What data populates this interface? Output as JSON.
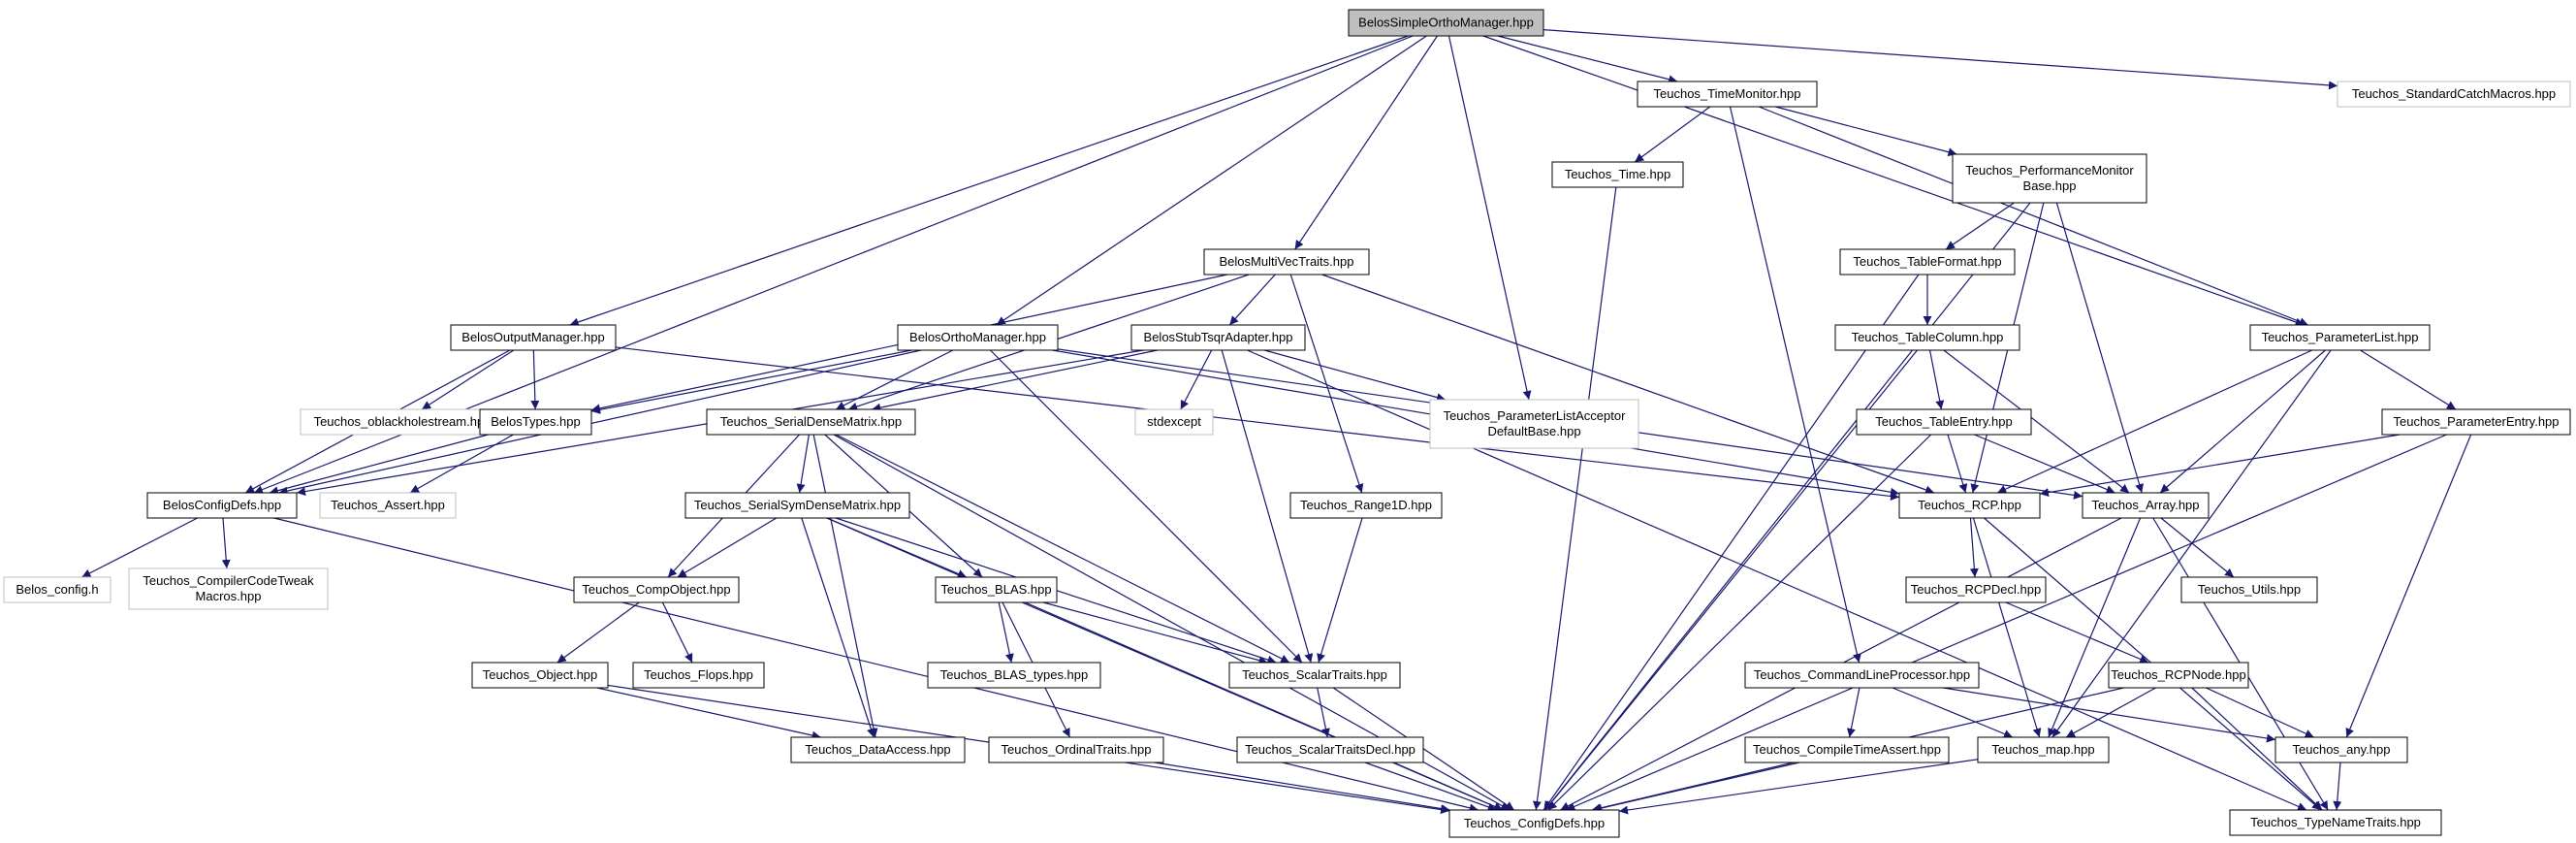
{
  "colors": {
    "edge": "#191970",
    "box_border": "#000000",
    "external_border": "#bfbfbf",
    "root_fill": "#bfbfbf",
    "text": "#000000",
    "background": "#ffffff"
  },
  "nodes": [
    {
      "id": "root",
      "lines": [
        "BelosSimpleOrthoManager.hpp"
      ],
      "kind": "root"
    },
    {
      "id": "timemon",
      "lines": [
        "Teuchos_TimeMonitor.hpp"
      ],
      "kind": "doc"
    },
    {
      "id": "catch",
      "lines": [
        "Teuchos_StandardCatchMacros.hpp"
      ],
      "kind": "ext"
    },
    {
      "id": "time",
      "lines": [
        "Teuchos_Time.hpp"
      ],
      "kind": "doc"
    },
    {
      "id": "perf",
      "lines": [
        "Teuchos_PerformanceMonitor",
        "Base.hpp"
      ],
      "kind": "doc"
    },
    {
      "id": "mvtraits",
      "lines": [
        "BelosMultiVecTraits.hpp"
      ],
      "kind": "doc"
    },
    {
      "id": "tablefmt",
      "lines": [
        "Teuchos_TableFormat.hpp"
      ],
      "kind": "doc"
    },
    {
      "id": "outmgr",
      "lines": [
        "BelosOutputManager.hpp"
      ],
      "kind": "doc"
    },
    {
      "id": "orthomgr",
      "lines": [
        "BelosOrthoManager.hpp"
      ],
      "kind": "doc"
    },
    {
      "id": "stubtsqr",
      "lines": [
        "BelosStubTsqrAdapter.hpp"
      ],
      "kind": "doc"
    },
    {
      "id": "tablecol",
      "lines": [
        "Teuchos_TableColumn.hpp"
      ],
      "kind": "doc"
    },
    {
      "id": "plist",
      "lines": [
        "Teuchos_ParameterList.hpp"
      ],
      "kind": "doc"
    },
    {
      "id": "blackhole",
      "lines": [
        "Teuchos_oblackholestream.hpp"
      ],
      "kind": "ext"
    },
    {
      "id": "belostypes",
      "lines": [
        "BelosTypes.hpp"
      ],
      "kind": "doc"
    },
    {
      "id": "sdm",
      "lines": [
        "Teuchos_SerialDenseMatrix.hpp"
      ],
      "kind": "doc"
    },
    {
      "id": "stdexcept",
      "lines": [
        "stdexcept"
      ],
      "kind": "ext"
    },
    {
      "id": "placcept",
      "lines": [
        "Teuchos_ParameterListAcceptor",
        "DefaultBase.hpp"
      ],
      "kind": "ext"
    },
    {
      "id": "tableentry",
      "lines": [
        "Teuchos_TableEntry.hpp"
      ],
      "kind": "doc"
    },
    {
      "id": "pentry",
      "lines": [
        "Teuchos_ParameterEntry.hpp"
      ],
      "kind": "doc"
    },
    {
      "id": "configdefs",
      "lines": [
        "BelosConfigDefs.hpp"
      ],
      "kind": "doc"
    },
    {
      "id": "assert",
      "lines": [
        "Teuchos_Assert.hpp"
      ],
      "kind": "ext"
    },
    {
      "id": "ssdm",
      "lines": [
        "Teuchos_SerialSymDenseMatrix.hpp"
      ],
      "kind": "doc"
    },
    {
      "id": "range1d",
      "lines": [
        "Teuchos_Range1D.hpp"
      ],
      "kind": "doc"
    },
    {
      "id": "rcp",
      "lines": [
        "Teuchos_RCP.hpp"
      ],
      "kind": "doc"
    },
    {
      "id": "array",
      "lines": [
        "Teuchos_Array.hpp"
      ],
      "kind": "doc"
    },
    {
      "id": "belosconfig",
      "lines": [
        "Belos_config.h"
      ],
      "kind": "ext"
    },
    {
      "id": "tweak",
      "lines": [
        "Teuchos_CompilerCodeTweak",
        "Macros.hpp"
      ],
      "kind": "ext"
    },
    {
      "id": "compobj",
      "lines": [
        "Teuchos_CompObject.hpp"
      ],
      "kind": "doc"
    },
    {
      "id": "blas",
      "lines": [
        "Teuchos_BLAS.hpp"
      ],
      "kind": "doc"
    },
    {
      "id": "rcpdecl",
      "lines": [
        "Teuchos_RCPDecl.hpp"
      ],
      "kind": "doc"
    },
    {
      "id": "utils",
      "lines": [
        "Teuchos_Utils.hpp"
      ],
      "kind": "doc"
    },
    {
      "id": "object",
      "lines": [
        "Teuchos_Object.hpp"
      ],
      "kind": "doc"
    },
    {
      "id": "flops",
      "lines": [
        "Teuchos_Flops.hpp"
      ],
      "kind": "doc"
    },
    {
      "id": "blastypes",
      "lines": [
        "Teuchos_BLAS_types.hpp"
      ],
      "kind": "doc"
    },
    {
      "id": "scalartraits",
      "lines": [
        "Teuchos_ScalarTraits.hpp"
      ],
      "kind": "doc"
    },
    {
      "id": "clp",
      "lines": [
        "Teuchos_CommandLineProcessor.hpp"
      ],
      "kind": "doc"
    },
    {
      "id": "rcpnode",
      "lines": [
        "Teuchos_RCPNode.hpp"
      ],
      "kind": "doc"
    },
    {
      "id": "dataaccess",
      "lines": [
        "Teuchos_DataAccess.hpp"
      ],
      "kind": "doc"
    },
    {
      "id": "ordinaltraits",
      "lines": [
        "Teuchos_OrdinalTraits.hpp"
      ],
      "kind": "doc"
    },
    {
      "id": "stdecl",
      "lines": [
        "Teuchos_ScalarTraitsDecl.hpp"
      ],
      "kind": "doc"
    },
    {
      "id": "cta",
      "lines": [
        "Teuchos_CompileTimeAssert.hpp"
      ],
      "kind": "doc"
    },
    {
      "id": "map",
      "lines": [
        "Teuchos_map.hpp"
      ],
      "kind": "doc"
    },
    {
      "id": "any",
      "lines": [
        "Teuchos_any.hpp"
      ],
      "kind": "doc"
    },
    {
      "id": "tconfig",
      "lines": [
        "Teuchos_ConfigDefs.hpp"
      ],
      "kind": "doc"
    },
    {
      "id": "typename",
      "lines": [
        "Teuchos_TypeNameTraits.hpp"
      ],
      "kind": "doc"
    }
  ],
  "edges": [
    [
      "root",
      "configdefs"
    ],
    [
      "root",
      "outmgr"
    ],
    [
      "root",
      "orthomgr"
    ],
    [
      "root",
      "mvtraits"
    ],
    [
      "root",
      "placcept"
    ],
    [
      "root",
      "timemon"
    ],
    [
      "root",
      "plist"
    ],
    [
      "root",
      "catch"
    ],
    [
      "timemon",
      "time"
    ],
    [
      "timemon",
      "perf"
    ],
    [
      "timemon",
      "plist"
    ],
    [
      "timemon",
      "clp"
    ],
    [
      "time",
      "tconfig"
    ],
    [
      "perf",
      "tablefmt"
    ],
    [
      "perf",
      "rcp"
    ],
    [
      "perf",
      "array"
    ],
    [
      "perf",
      "tconfig"
    ],
    [
      "tablefmt",
      "tablecol"
    ],
    [
      "tablefmt",
      "tconfig"
    ],
    [
      "tablecol",
      "tableentry"
    ],
    [
      "tablecol",
      "array"
    ],
    [
      "tablecol",
      "tconfig"
    ],
    [
      "tableentry",
      "rcp"
    ],
    [
      "tableentry",
      "array"
    ],
    [
      "tableentry",
      "tconfig"
    ],
    [
      "mvtraits",
      "belostypes"
    ],
    [
      "mvtraits",
      "sdm"
    ],
    [
      "mvtraits",
      "stubtsqr"
    ],
    [
      "mvtraits",
      "range1d"
    ],
    [
      "mvtraits",
      "rcp"
    ],
    [
      "outmgr",
      "configdefs"
    ],
    [
      "outmgr",
      "blackhole"
    ],
    [
      "outmgr",
      "belostypes"
    ],
    [
      "outmgr",
      "rcp"
    ],
    [
      "orthomgr",
      "configdefs"
    ],
    [
      "orthomgr",
      "belostypes"
    ],
    [
      "orthomgr",
      "sdm"
    ],
    [
      "orthomgr",
      "rcp"
    ],
    [
      "orthomgr",
      "array"
    ],
    [
      "orthomgr",
      "scalartraits"
    ],
    [
      "stubtsqr",
      "configdefs"
    ],
    [
      "stubtsqr",
      "sdm"
    ],
    [
      "stubtsqr",
      "stdexcept"
    ],
    [
      "stubtsqr",
      "placcept"
    ],
    [
      "stubtsqr",
      "scalartraits"
    ],
    [
      "stubtsqr",
      "typename"
    ],
    [
      "plist",
      "rcp"
    ],
    [
      "plist",
      "array"
    ],
    [
      "plist",
      "pentry"
    ],
    [
      "plist",
      "map"
    ],
    [
      "pentry",
      "rcp"
    ],
    [
      "pentry",
      "any"
    ],
    [
      "pentry",
      "tconfig"
    ],
    [
      "belostypes",
      "configdefs"
    ],
    [
      "belostypes",
      "assert"
    ],
    [
      "configdefs",
      "belosconfig"
    ],
    [
      "configdefs",
      "tweak"
    ],
    [
      "configdefs",
      "tconfig"
    ],
    [
      "sdm",
      "compobj"
    ],
    [
      "sdm",
      "ssdm"
    ],
    [
      "sdm",
      "blas"
    ],
    [
      "sdm",
      "dataaccess"
    ],
    [
      "sdm",
      "scalartraits"
    ],
    [
      "sdm",
      "tconfig"
    ],
    [
      "ssdm",
      "compobj"
    ],
    [
      "ssdm",
      "blas"
    ],
    [
      "ssdm",
      "dataaccess"
    ],
    [
      "ssdm",
      "scalartraits"
    ],
    [
      "ssdm",
      "tconfig"
    ],
    [
      "compobj",
      "object"
    ],
    [
      "compobj",
      "flops"
    ],
    [
      "object",
      "dataaccess"
    ],
    [
      "object",
      "tconfig"
    ],
    [
      "blas",
      "blastypes"
    ],
    [
      "blas",
      "scalartraits"
    ],
    [
      "blas",
      "ordinaltraits"
    ],
    [
      "blas",
      "tconfig"
    ],
    [
      "range1d",
      "scalartraits"
    ],
    [
      "scalartraits",
      "stdecl"
    ],
    [
      "scalartraits",
      "tconfig"
    ],
    [
      "stdecl",
      "tconfig"
    ],
    [
      "ordinaltraits",
      "tconfig"
    ],
    [
      "rcp",
      "rcpdecl"
    ],
    [
      "rcp",
      "map"
    ],
    [
      "rcp",
      "typename"
    ],
    [
      "rcpdecl",
      "rcpnode"
    ],
    [
      "rcpnode",
      "map"
    ],
    [
      "rcpnode",
      "any"
    ],
    [
      "rcpnode",
      "typename"
    ],
    [
      "rcpnode",
      "tconfig"
    ],
    [
      "array",
      "utils"
    ],
    [
      "array",
      "typename"
    ],
    [
      "array",
      "tconfig"
    ],
    [
      "array",
      "map"
    ],
    [
      "clp",
      "cta"
    ],
    [
      "clp",
      "map"
    ],
    [
      "clp",
      "any"
    ],
    [
      "cta",
      "tconfig"
    ],
    [
      "map",
      "tconfig"
    ],
    [
      "any",
      "typename"
    ]
  ]
}
